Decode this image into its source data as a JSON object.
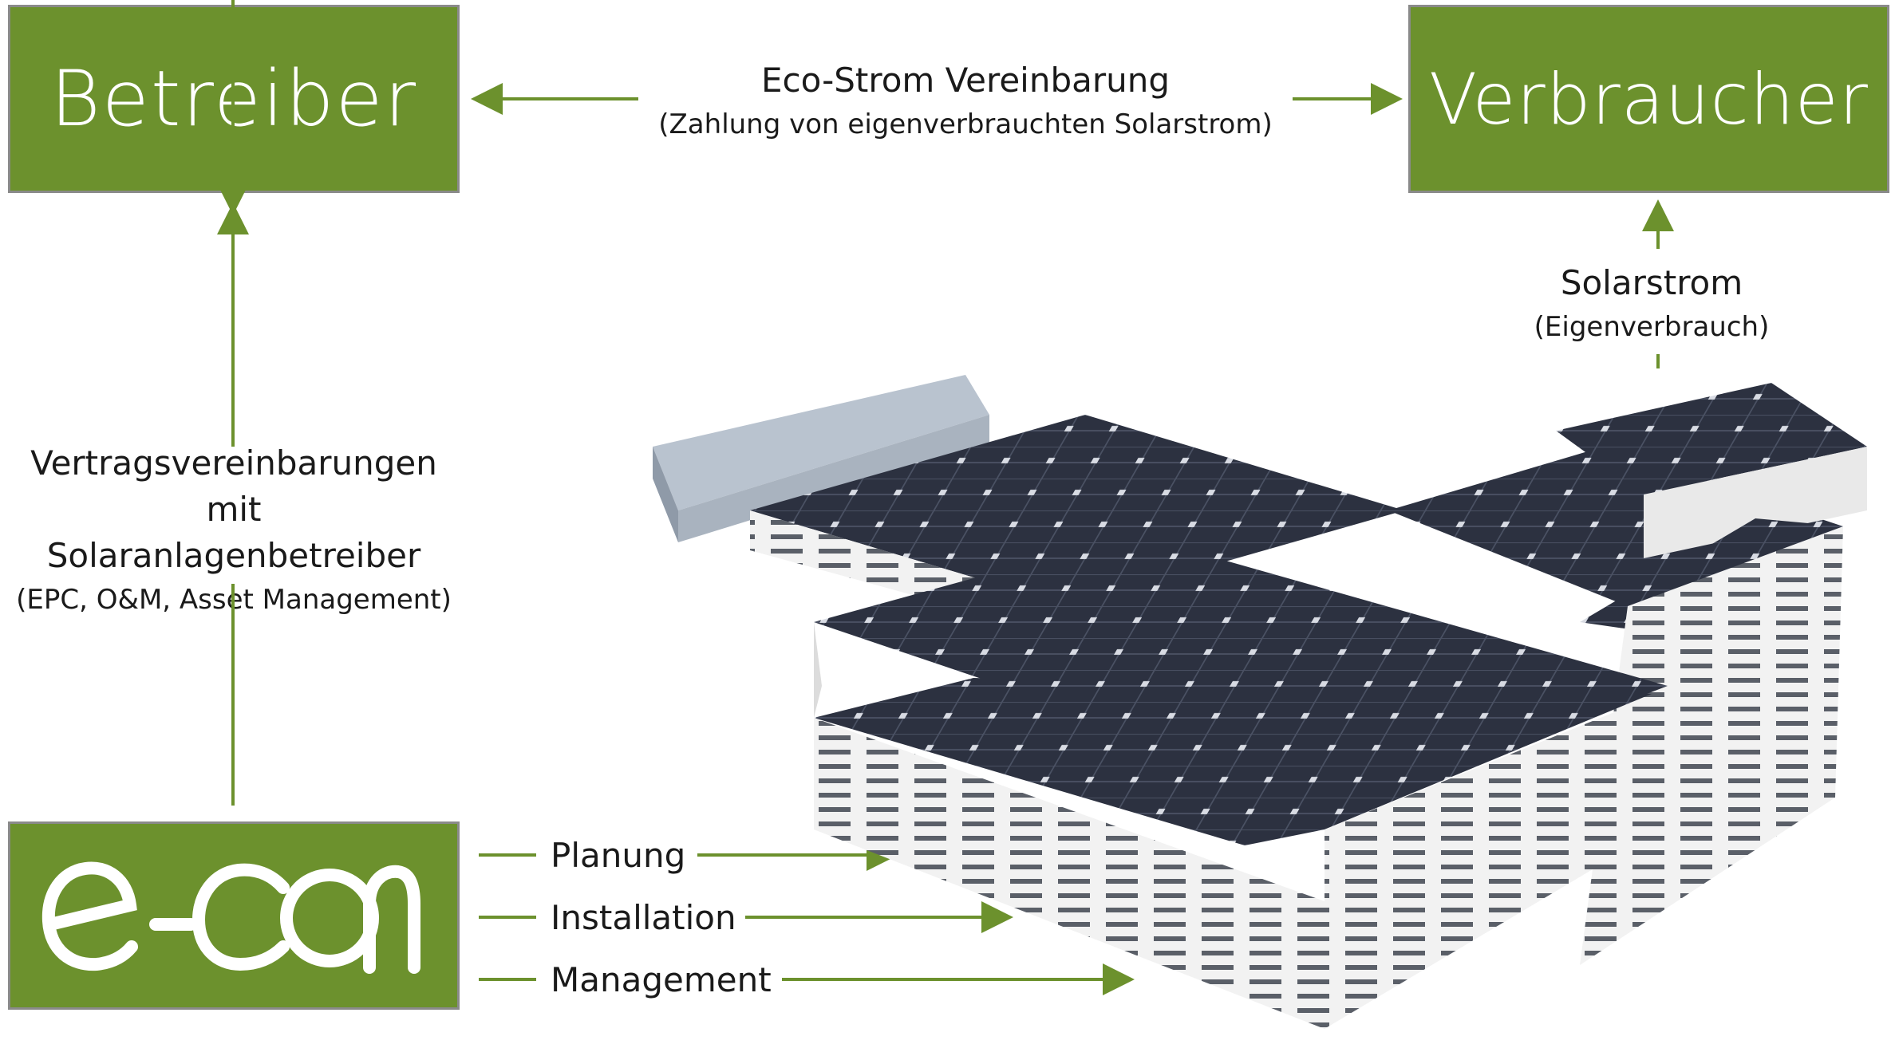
{
  "boxes": {
    "operator": "Betreiber",
    "consumer": "Verbraucher",
    "company_logo": "e-con"
  },
  "top_link": {
    "title": "Eco-Strom Vereinbarung",
    "subtitle": "(Zahlung von eigenverbrauchten Solarstrom)"
  },
  "left_link": {
    "line1": "Vertragsvereinbarungen mit",
    "line2": "Solaranlagenbetreiber",
    "line3": "(EPC, O&M, Asset Management)"
  },
  "right_link": {
    "title": "Solarstrom",
    "subtitle": "(Eigenverbrauch)"
  },
  "services": [
    "Planung",
    "Installation",
    "Management"
  ],
  "colors": {
    "brand_green": "#6c912d",
    "border_gray": "#8a8a8a",
    "panel": "#2b2f3a"
  },
  "image": {
    "subject": "solar-roof-building-icon"
  }
}
